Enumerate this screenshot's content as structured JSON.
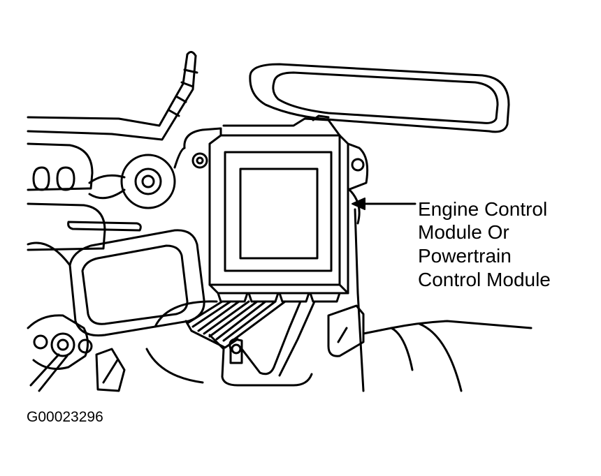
{
  "callout": {
    "line1": "Engine Control",
    "line2": "Module Or",
    "line3": "Powertrain",
    "line4": "Control Module"
  },
  "figure_id": "G00023296"
}
